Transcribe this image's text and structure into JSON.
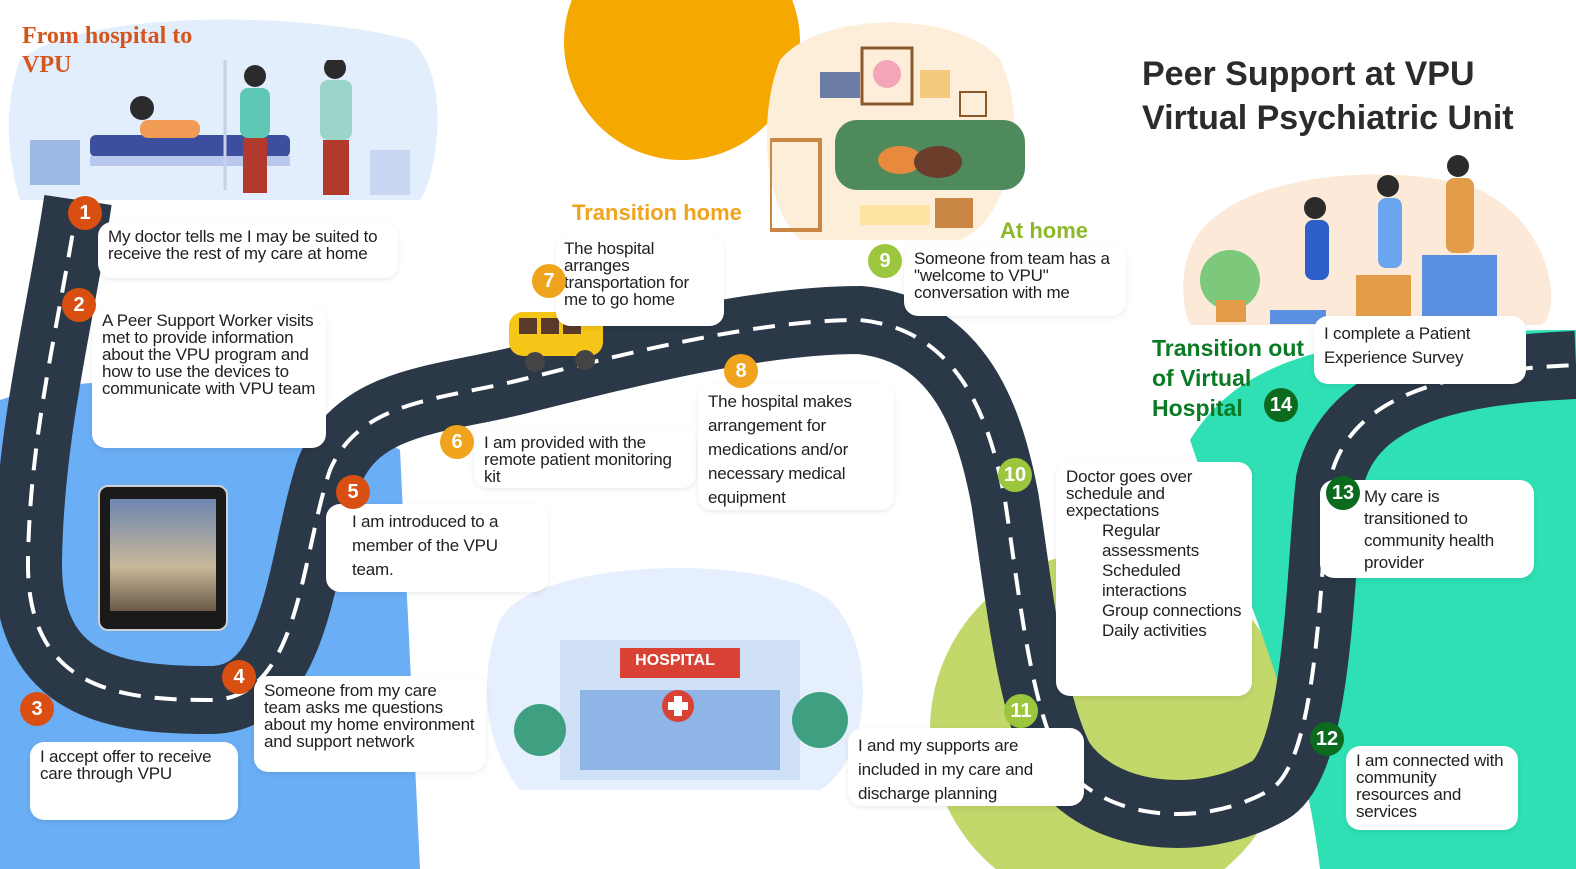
{
  "title": {
    "line1": "Peer Support  at VPU",
    "line2": "Virtual Psychiatric Unit"
  },
  "section_labels": {
    "from_hospital": "From hospital  to VPU",
    "transition_home": "Transition home",
    "at_home": "At home",
    "transition_out": "Transition out of Virtual Hospital"
  },
  "steps": [
    {
      "n": "1",
      "text": "My doctor tells me I may be suited to receive the rest of my care at home"
    },
    {
      "n": "2",
      "text": "A Peer Support Worker visits met to provide information about the VPU program and how to use the devices to communicate with VPU team"
    },
    {
      "n": "3",
      "text": "I accept offer to receive care through VPU"
    },
    {
      "n": "4",
      "text": "Someone from my care team asks me questions about my home environment and support network"
    },
    {
      "n": "5",
      "text": "I am introduced to a member of the VPU team."
    },
    {
      "n": "6",
      "text": "I am provided with the remote patient monitoring kit"
    },
    {
      "n": "7",
      "text": "The hospital arranges transportation for me to go home"
    },
    {
      "n": "8",
      "text": "The hospital makes arrangement for medications and/or necessary medical equipment"
    },
    {
      "n": "9",
      "text": "Someone from team has a \"welcome to VPU\" conversation with me"
    },
    {
      "n": "10",
      "text": "Doctor goes over schedule and expectations",
      "items": [
        "Regular assessments",
        "Scheduled interactions",
        "Group connections",
        "Daily activities"
      ]
    },
    {
      "n": "11",
      "text": "I and my supports are included in my care and discharge planning"
    },
    {
      "n": "12",
      "text": "I am connected with community resources and services"
    },
    {
      "n": "13",
      "text": "My care is transitioned to community health provider"
    },
    {
      "n": "14",
      "text": "I complete a Patient Experience Survey"
    }
  ],
  "hospital_sign": "HOSPITAL",
  "icons": [
    "hospital-bed-illustration",
    "sun-shape",
    "living-room-illustration",
    "peer-help-illustration",
    "tablet-device",
    "van-icon",
    "hospital-building-illustration",
    "road-path"
  ],
  "colors": {
    "road": "#2b3848",
    "road_dash": "#ffffff",
    "step_red": "#d94f12",
    "step_orange": "#f0a31c",
    "step_lime": "#9cc63e",
    "step_green": "#0b6a1e",
    "blue_area": "#6aaef5",
    "lime_area": "#c2d86a",
    "teal_area": "#2ee0b4",
    "sun": "#f5a800"
  }
}
